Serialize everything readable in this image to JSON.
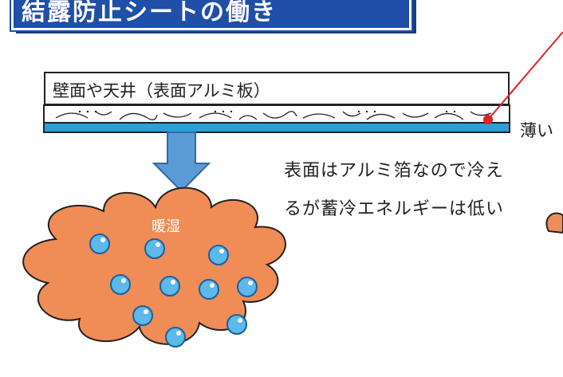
{
  "title": "結露防止シートの働き",
  "wall_label": "壁面や天井（表面アルミ板）",
  "thin_label": "薄い",
  "description": {
    "line1": "表面はアルミ箔なので冷え",
    "line2": "るが蓄冷エネルギーは低い"
  },
  "cloud_label": "暖湿",
  "colors": {
    "banner": "#1f4fa8",
    "sheet_blue": "#2aa0d8",
    "arrow": "#5b9bd5",
    "cloud": "#f08c56",
    "droplet": "#5bb9ec",
    "pointer": "#e0202a"
  }
}
